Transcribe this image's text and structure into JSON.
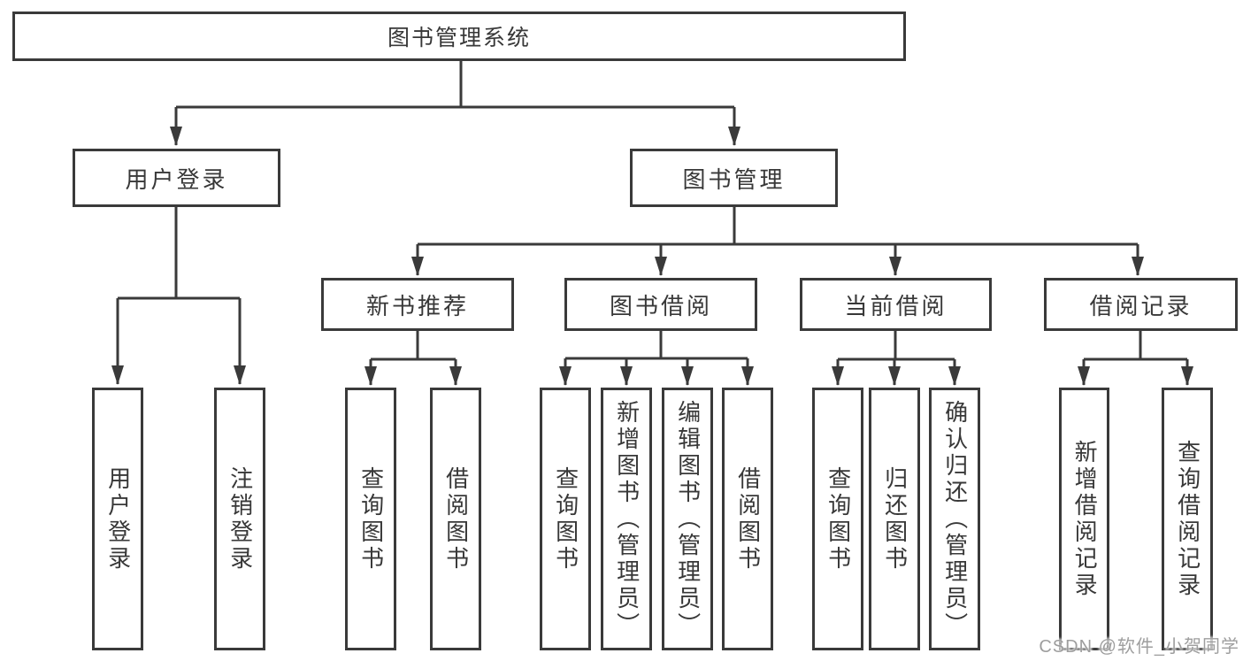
{
  "diagram": {
    "nodes": {
      "root": "图书管理系统",
      "user_login": "用户登录",
      "book_mgmt": "图书管理",
      "new_book_rec": "新书推荐",
      "book_borrow": "图书借阅",
      "current_borrow": "当前借阅",
      "borrow_record": "借阅记录",
      "ul_login": "用户登录",
      "ul_logout": "注销登录",
      "nb_query": "查询图书",
      "nb_borrow": "借阅图书",
      "bb_query": "查询图书",
      "bb_add": "新增图书（管理员）",
      "bb_edit": "编辑图书（管理员）",
      "bb_borrow": "借阅图书",
      "cb_query": "查询图书",
      "cb_return": "归还图书",
      "cb_confirm": "确认归还（管理员）",
      "br_add": "新增借阅记录",
      "br_query": "查询借阅记录"
    },
    "colors": {
      "line": "#3a3a3a",
      "box_border": "#3a3a3a",
      "text": "#383838",
      "background": "#ffffff",
      "watermark": "#9e9e9e"
    }
  },
  "watermark": {
    "text": "CSDN @软件_小贺同学"
  }
}
